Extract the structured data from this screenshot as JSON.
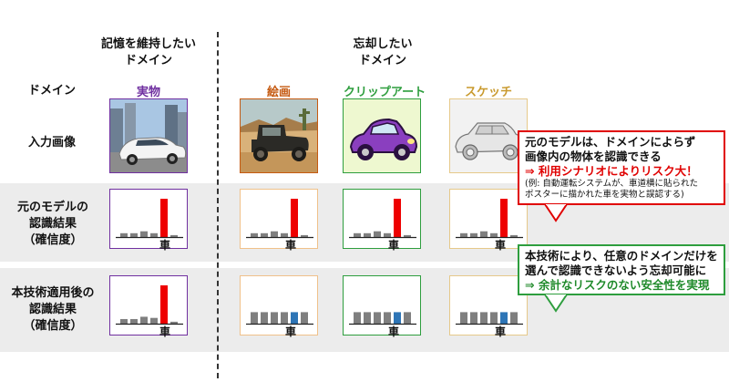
{
  "headers": {
    "retain": [
      "記憶を維持したい",
      "ドメイン"
    ],
    "forget": [
      "忘却したい",
      "ドメイン"
    ]
  },
  "row_labels": {
    "domain": "ドメイン",
    "input": "入力画像",
    "original": [
      "元のモデルの",
      "認識結果",
      "（確信度）"
    ],
    "after": [
      "本技術適用後の",
      "認識結果",
      "（確信度）"
    ]
  },
  "domains": [
    {
      "label": "実物",
      "color": "#7030a0"
    },
    {
      "label": "絵画",
      "color": "#c55a11"
    },
    {
      "label": "クリップアート",
      "color": "#2e9e3e"
    },
    {
      "label": "スケッチ",
      "color": "#c99a2e"
    }
  ],
  "car_label": "車",
  "colors": {
    "band": "#ececec",
    "bar_gray": "#7f7f7f",
    "bar_red": "#ee0000",
    "bar_blue": "#2e75b6"
  },
  "callout_original": {
    "line1": "元のモデルは、ドメインによらず",
    "line2": "画像内の物体を認識できる",
    "line3": "⇒ 利用シナリオによりリスク大！",
    "note1": "(例: 自動運転システムが、車道横に貼られた",
    "note2": "ポスターに描かれた車を実物と誤認する)"
  },
  "callout_after": {
    "line1": "本技術により、任意のドメインだけを",
    "line2": "選んで認識できないよう忘却可能に",
    "line3": "⇒ 余計なリスクのない安全性を実現"
  },
  "chart_data": [
    {
      "type": "bar",
      "row": "original",
      "domain": "実物",
      "categories": [
        "",
        "",
        "",
        "",
        "車",
        ""
      ],
      "values": [
        0.1,
        0.1,
        0.15,
        0.1,
        1.0,
        0.05
      ]
    },
    {
      "type": "bar",
      "row": "original",
      "domain": "絵画",
      "categories": [
        "",
        "",
        "",
        "",
        "車",
        ""
      ],
      "values": [
        0.1,
        0.1,
        0.15,
        0.1,
        1.0,
        0.05
      ]
    },
    {
      "type": "bar",
      "row": "original",
      "domain": "クリップアート",
      "categories": [
        "",
        "",
        "",
        "",
        "車",
        ""
      ],
      "values": [
        0.1,
        0.1,
        0.15,
        0.1,
        1.0,
        0.05
      ]
    },
    {
      "type": "bar",
      "row": "original",
      "domain": "スケッチ",
      "categories": [
        "",
        "",
        "",
        "",
        "車",
        ""
      ],
      "values": [
        0.1,
        0.1,
        0.15,
        0.1,
        1.0,
        0.05
      ]
    },
    {
      "type": "bar",
      "row": "after",
      "domain": "実物",
      "categories": [
        "",
        "",
        "",
        "",
        "車",
        ""
      ],
      "values": [
        0.12,
        0.12,
        0.18,
        0.15,
        1.0,
        0.05
      ]
    },
    {
      "type": "bar",
      "row": "after",
      "domain": "絵画",
      "categories": [
        "",
        "",
        "",
        "",
        "車",
        ""
      ],
      "values": [
        0.3,
        0.3,
        0.3,
        0.3,
        0.3,
        0.3
      ]
    },
    {
      "type": "bar",
      "row": "after",
      "domain": "クリップアート",
      "categories": [
        "",
        "",
        "",
        "",
        "車",
        ""
      ],
      "values": [
        0.3,
        0.3,
        0.3,
        0.3,
        0.3,
        0.3
      ]
    },
    {
      "type": "bar",
      "row": "after",
      "domain": "スケッチ",
      "categories": [
        "",
        "",
        "",
        "",
        "車",
        ""
      ],
      "values": [
        0.3,
        0.3,
        0.3,
        0.3,
        0.3,
        0.3
      ]
    }
  ]
}
